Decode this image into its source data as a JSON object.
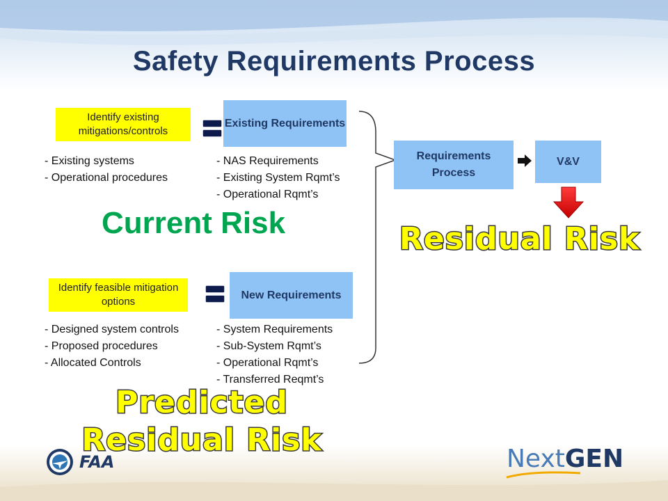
{
  "title": "Safety Requirements Process",
  "top_row": {
    "identify_box": "Identify existing mitigations/controls",
    "requirements_box": "Existing Requirements",
    "left_bullets": [
      "- Existing systems",
      "- Operational procedures"
    ],
    "right_bullets": [
      "- NAS Requirements",
      "- Existing System Rqmt’s",
      "- Operational Rqmt’s"
    ]
  },
  "current_risk": "Current Risk",
  "bottom_row": {
    "identify_box": "Identify feasible mitigation options",
    "requirements_box": "New Requirements",
    "left_bullets": [
      "- Designed system controls",
      "- Proposed procedures",
      "- Allocated Controls"
    ],
    "right_bullets": [
      "- System Requirements",
      "- Sub-System Rqmt’s",
      "- Operational Rqmt’s",
      "- Transferred Reqmt’s"
    ]
  },
  "process_box": "Requirements Process",
  "vv_box": "V&V",
  "residual_risk": "Residual Risk",
  "predicted_residual_risk": "Predicted Residual Risk",
  "footer": {
    "faa": "FAA",
    "nextgen_next": "Next",
    "nextgen_gen": "GEN"
  },
  "colors": {
    "title": "#1f3864",
    "yellow_box": "#ffff00",
    "blue_box": "#8fc3f5",
    "current_risk": "#00a550",
    "outline_text": "#ffff00",
    "arrow_down": "#e8141b"
  },
  "icons": [
    "equals-icon",
    "arrow-right-icon",
    "arrow-down-icon",
    "faa-seal-icon"
  ]
}
